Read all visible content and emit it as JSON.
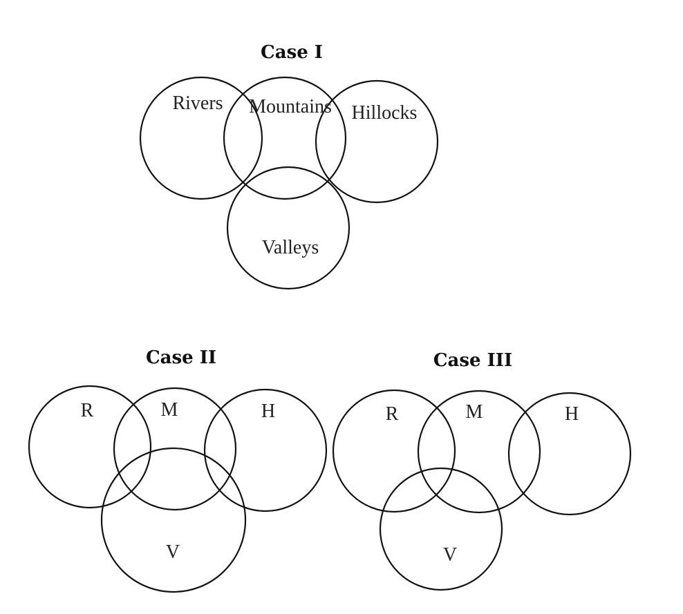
{
  "case1": {
    "title": "Case I",
    "labels": {
      "rivers": "Rivers",
      "mountains": "Mountains",
      "hillocks": "Hillocks",
      "valleys": "Valleys"
    }
  },
  "case2": {
    "title": "Case II",
    "labels": {
      "r": "R",
      "m": "M",
      "h": "H",
      "v": "V"
    }
  },
  "case3": {
    "title": "Case III",
    "labels": {
      "r": "R",
      "m": "M",
      "h": "H",
      "v": "V"
    }
  }
}
